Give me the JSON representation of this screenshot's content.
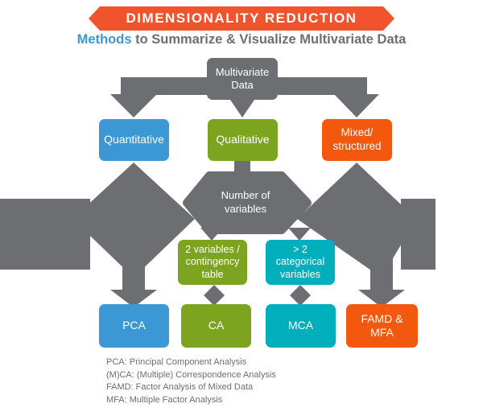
{
  "title": "DIMENSIONALITY REDUCTION",
  "subtitle": {
    "highlight": "Methods",
    "rest": " to Summarize & Visualize Multivariate Data"
  },
  "nodes": {
    "root": "Multivariate\nData",
    "quantitative": "Quantitative",
    "qualitative": "Qualitative",
    "mixed": "Mixed/\nstructured",
    "decision": "Number of\nvariables",
    "sub_ca": "2 variables /\ncontingency\ntable",
    "sub_mca": "> 2\ncategorical\nvariables",
    "pca": "PCA",
    "ca": "CA",
    "mca": "MCA",
    "famd": "FAMD &\nMFA"
  },
  "legend": {
    "items": [
      "PCA: Principal Component Analysis",
      "(M)CA: (Multiple) Correspondence Analysis",
      "FAMD: Factor Analysis of Mixed Data",
      "MFA: Multiple Factor Analysis"
    ]
  },
  "colors": {
    "blue": "#3B98D4",
    "green": "#7CA41E",
    "teal": "#00AFBC",
    "orange": "#F4570E",
    "ribbon_orange": "#F1542D",
    "gray": "#6D6E71"
  }
}
